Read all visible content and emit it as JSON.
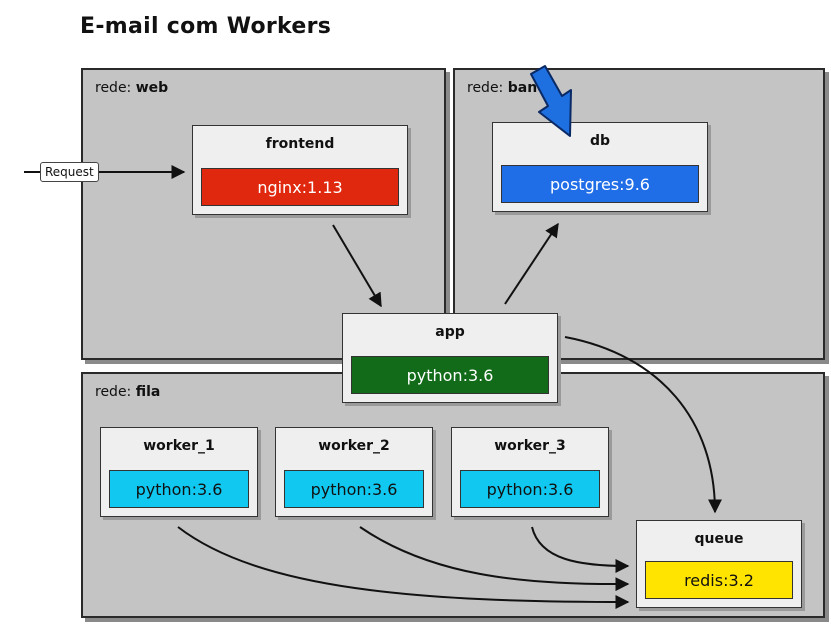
{
  "title": "E-mail com Workers",
  "networks": {
    "web": {
      "prefix": "rede:",
      "name": "web"
    },
    "banco": {
      "prefix": "rede:",
      "name": "banco"
    },
    "fila": {
      "prefix": "rede:",
      "name": "fila"
    }
  },
  "request": {
    "label": "Request"
  },
  "services": {
    "frontend": {
      "name": "frontend",
      "image": "nginx:1.13",
      "color": "#e0280f"
    },
    "db": {
      "name": "db",
      "image": "postgres:9.6",
      "color": "#1f6ee8"
    },
    "app": {
      "name": "app",
      "image": "python:3.6",
      "color": "#116b18"
    },
    "worker_1": {
      "name": "worker_1",
      "image": "python:3.6",
      "color": "#10c8f0"
    },
    "worker_2": {
      "name": "worker_2",
      "image": "python:3.6",
      "color": "#10c8f0"
    },
    "worker_3": {
      "name": "worker_3",
      "image": "python:3.6",
      "color": "#10c8f0"
    },
    "queue": {
      "name": "queue",
      "image": "redis:3.2",
      "color": "#ffe400"
    }
  },
  "pointer": {
    "color": "#1e6fe0",
    "icon": "arrow-pointer-icon"
  }
}
